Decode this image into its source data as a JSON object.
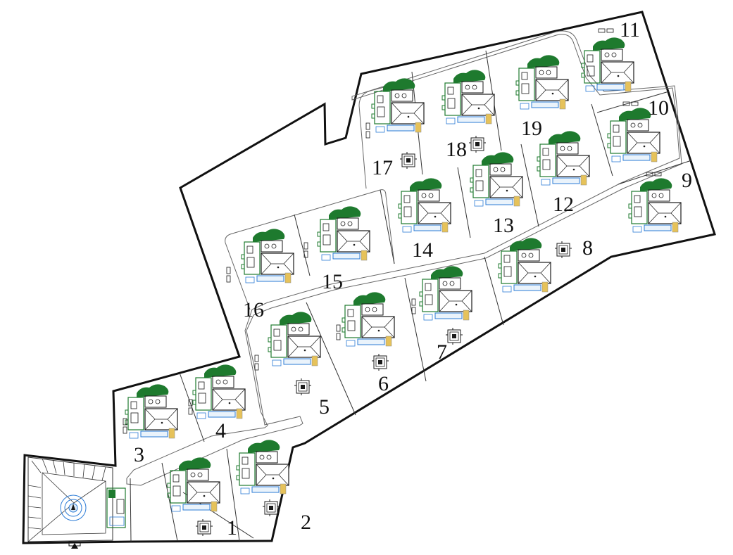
{
  "colors": {
    "boundary": "#111111",
    "road": "#555555",
    "garden": "#1e7a2e",
    "detail": "#1a1a1a",
    "water": "#2b7bd6",
    "deck": "#e6c25a",
    "background": "#ffffff"
  },
  "lots": [
    {
      "id": "lot-1",
      "label": "1"
    },
    {
      "id": "lot-2",
      "label": "2"
    },
    {
      "id": "lot-3",
      "label": "3"
    },
    {
      "id": "lot-4",
      "label": "4"
    },
    {
      "id": "lot-5",
      "label": "5"
    },
    {
      "id": "lot-6",
      "label": "6"
    },
    {
      "id": "lot-7",
      "label": "7"
    },
    {
      "id": "lot-8",
      "label": "8"
    },
    {
      "id": "lot-9",
      "label": "9"
    },
    {
      "id": "lot-10",
      "label": "10"
    },
    {
      "id": "lot-11",
      "label": "11"
    },
    {
      "id": "lot-12",
      "label": "12"
    },
    {
      "id": "lot-13",
      "label": "13"
    },
    {
      "id": "lot-14",
      "label": "14"
    },
    {
      "id": "lot-15",
      "label": "15"
    },
    {
      "id": "lot-16",
      "label": "16"
    },
    {
      "id": "lot-17",
      "label": "17"
    },
    {
      "id": "lot-18",
      "label": "18"
    },
    {
      "id": "lot-19",
      "label": "19"
    }
  ],
  "icons": [
    "north-arrow-icon",
    "roundabout-icon",
    "house-plan-icon",
    "gazebo-icon"
  ]
}
